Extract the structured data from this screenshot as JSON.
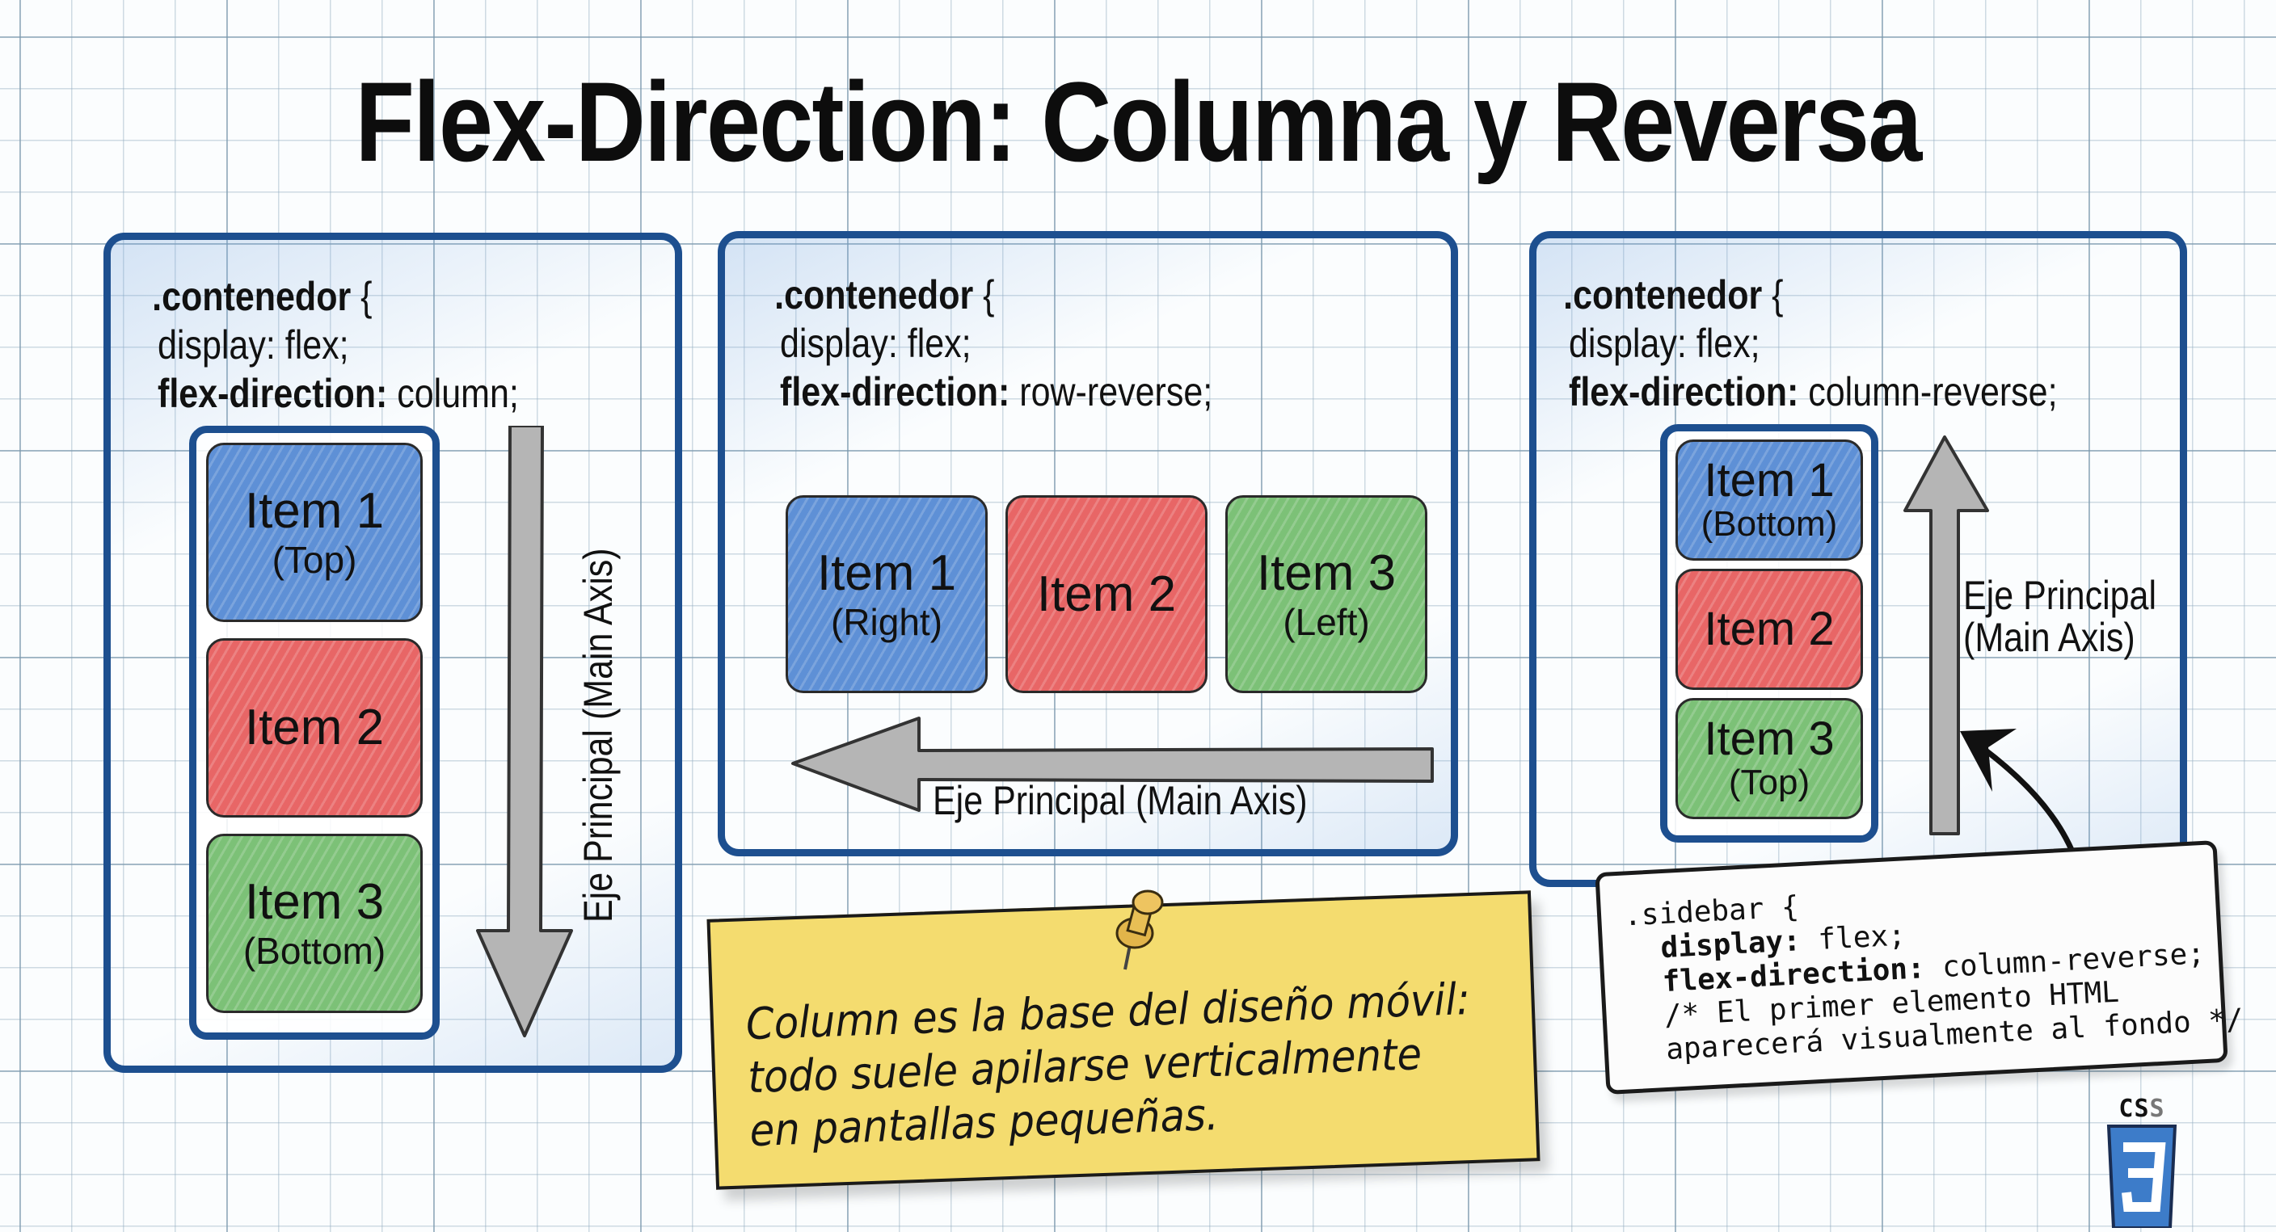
{
  "title": "Flex-Direction: Columna y Reversa",
  "colors": {
    "panel_border": "#1d4f8f",
    "item_blue": "#5e90d6",
    "item_red": "#e86666",
    "item_green": "#7cc177",
    "arrow_gray": "#b5b5b5",
    "note_yellow": "#f4dc6f"
  },
  "panels": [
    {
      "selector": ".contenedor",
      "brace": "{",
      "line1": "display: flex;",
      "prop": "flex-direction:",
      "value": "column;",
      "items": [
        {
          "label": "Item 1",
          "sub": "(Top)"
        },
        {
          "label": "Item 2",
          "sub": ""
        },
        {
          "label": "Item 3",
          "sub": "(Bottom)"
        }
      ],
      "axis_label": "Eje Principal (Main Axis)",
      "arrow": "down"
    },
    {
      "selector": ".contenedor",
      "brace": "{",
      "line1": "display: flex;",
      "prop": "flex-direction:",
      "value": "row-reverse;",
      "items": [
        {
          "label": "Item 1",
          "sub": "(Right)"
        },
        {
          "label": "Item 2",
          "sub": ""
        },
        {
          "label": "Item 3",
          "sub": "(Left)"
        }
      ],
      "axis_label": "Eje Principal (Main Axis)",
      "arrow": "left"
    },
    {
      "selector": ".contenedor",
      "brace": "{",
      "line1": "display: flex;",
      "prop": "flex-direction:",
      "value": "column-reverse;",
      "items": [
        {
          "label": "Item 1",
          "sub": "(Bottom)"
        },
        {
          "label": "Item 2",
          "sub": ""
        },
        {
          "label": "Item 3",
          "sub": "(Top)"
        }
      ],
      "axis_label_line1": "Eje Principal",
      "axis_label_line2": "(Main Axis)",
      "arrow": "up"
    }
  ],
  "note": {
    "line1": "Column es la base del diseño móvil:",
    "line2": "todo suele apilarse verticalmente",
    "line3": "en pantallas pequeñas."
  },
  "snippet": {
    "line1": ".sidebar {",
    "line2_prop": "display:",
    "line2_val": " flex;",
    "line3_prop": "flex-direction:",
    "line3_val": " column-reverse;",
    "line4": "/* El primer elemento HTML",
    "line5": "aparecerá visualmente al fondo */"
  },
  "logo": {
    "word_a": "CS",
    "word_b": "S",
    "number": "3"
  }
}
